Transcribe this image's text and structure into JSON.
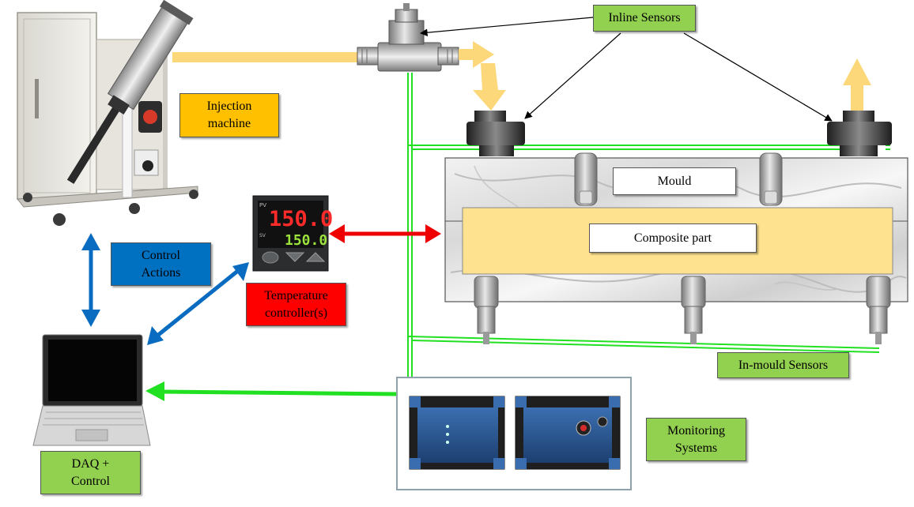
{
  "labels": {
    "inline_sensors": "Inline Sensors",
    "injection_machine": "Injection\nmachine",
    "control_actions": "Control\nActions",
    "temperature_controller": "Temperature\ncontroller(s)",
    "mould": "Mould",
    "composite_part": "Composite part",
    "in_mould_sensors": "In-mould Sensors",
    "monitoring_systems": "Monitoring\nSystems",
    "daq_control": "DAQ +\nControl"
  },
  "temperature_display": {
    "pv_value": "150.0",
    "sv_value": "150.0",
    "pv_tag": "PV",
    "sv_tag": "SV"
  },
  "colors": {
    "label_green": "#92d050",
    "label_orange": "#ffc000",
    "label_blue": "#0070c0",
    "label_red": "#ff0000",
    "resin_flow": "#fcd87a",
    "signal_green": "#00e000",
    "control_blue": "#0a6cc0",
    "heat_red": "#ee0000"
  }
}
